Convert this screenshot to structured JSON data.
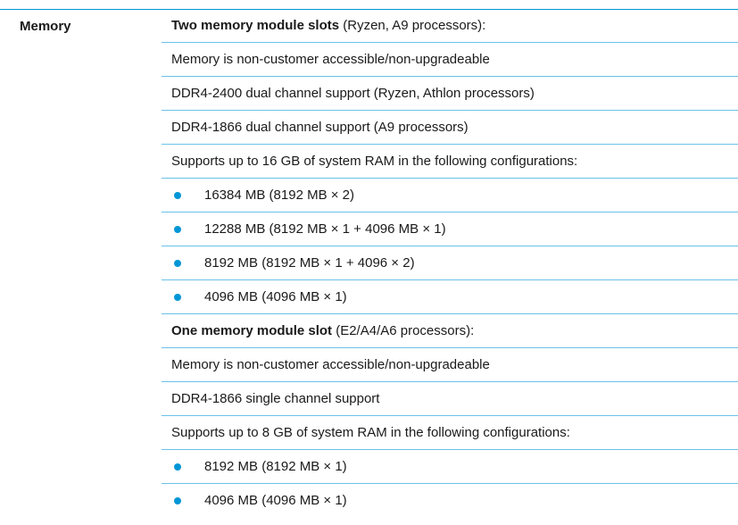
{
  "category": "Memory",
  "rows": [
    {
      "kind": "heading",
      "bold": "Two memory module slots",
      "rest": " (Ryzen, A9 processors):"
    },
    {
      "kind": "text",
      "text": "Memory is non-customer accessible/non-upgradeable"
    },
    {
      "kind": "text",
      "text": "DDR4-2400 dual channel support (Ryzen, Athlon processors)"
    },
    {
      "kind": "text",
      "text": "DDR4-1866 dual channel support (A9 processors)"
    },
    {
      "kind": "text",
      "text": "Supports up to 16 GB of system RAM in the following configurations:"
    },
    {
      "kind": "bullet",
      "text": "16384 MB (8192 MB × 2)"
    },
    {
      "kind": "bullet",
      "text": "12288 MB (8192 MB × 1 + 4096 MB × 1)"
    },
    {
      "kind": "bullet",
      "text": "8192 MB (8192 MB × 1 + 4096 × 2)"
    },
    {
      "kind": "bullet",
      "text": "4096 MB (4096 MB × 1)"
    },
    {
      "kind": "heading",
      "bold": "One memory module slot",
      "rest": " (E2/A4/A6 processors):"
    },
    {
      "kind": "text",
      "text": "Memory is non-customer accessible/non-upgradeable"
    },
    {
      "kind": "text",
      "text": "DDR4-1866 single channel support"
    },
    {
      "kind": "text",
      "text": "Supports up to 8 GB of system RAM in the following configurations:"
    },
    {
      "kind": "bullet",
      "text": "8192 MB (8192 MB × 1)"
    },
    {
      "kind": "bullet",
      "text": "4096 MB (4096 MB × 1)"
    }
  ],
  "colors": {
    "accent": "#0096d6",
    "divider": "#6ac2e8",
    "text": "#1a1a1a"
  },
  "icons": {
    "bullet": "bullet-dot-icon"
  }
}
